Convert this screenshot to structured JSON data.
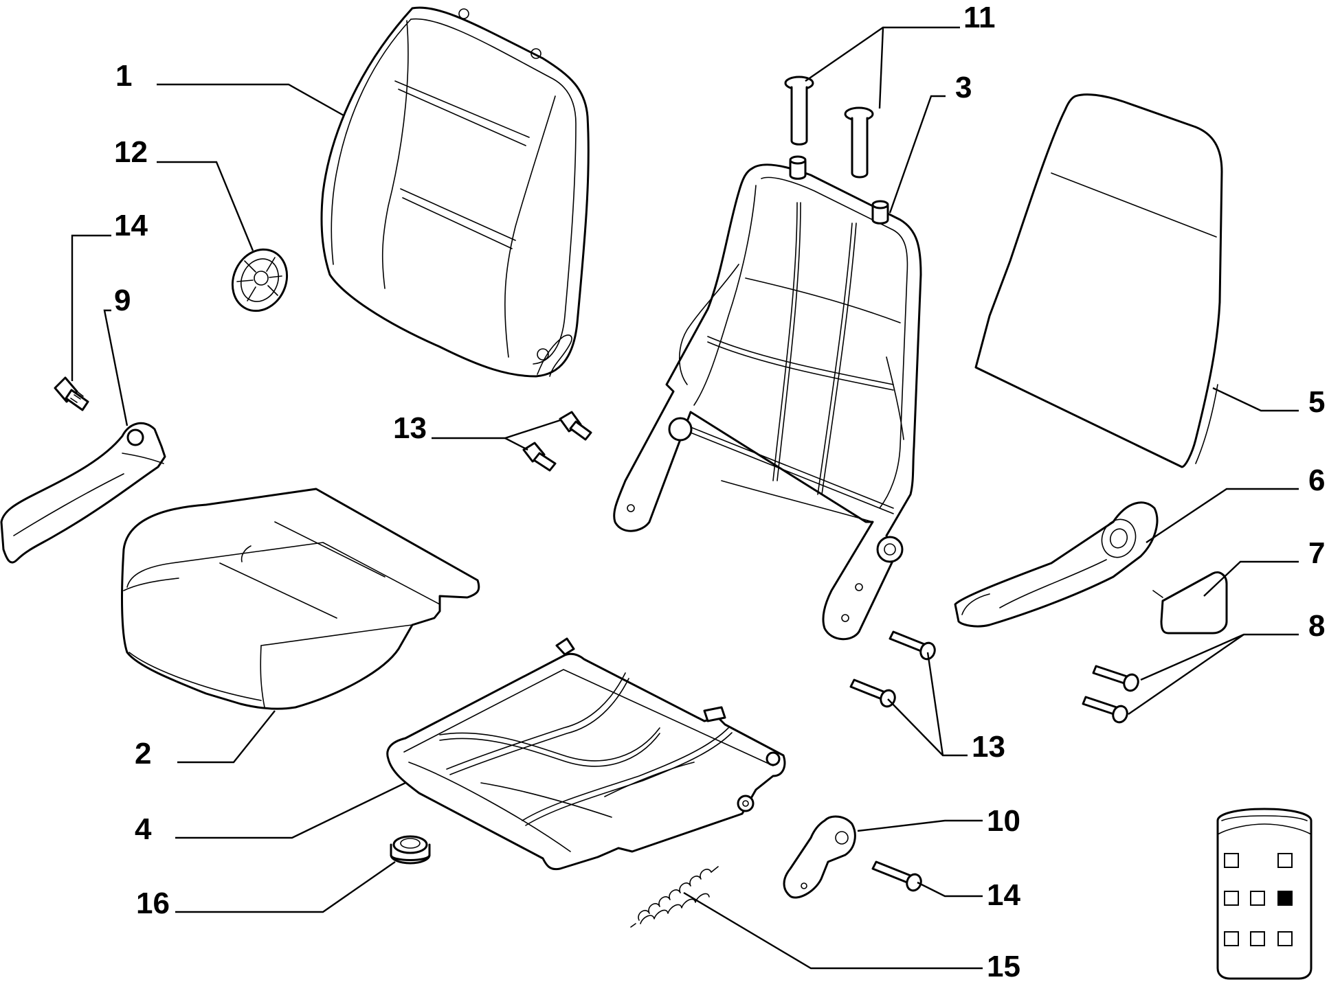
{
  "diagram": {
    "callouts": [
      {
        "id": "1",
        "text": "1"
      },
      {
        "id": "2",
        "text": "2"
      },
      {
        "id": "3",
        "text": "3"
      },
      {
        "id": "4",
        "text": "4"
      },
      {
        "id": "5",
        "text": "5"
      },
      {
        "id": "6",
        "text": "6"
      },
      {
        "id": "7",
        "text": "7"
      },
      {
        "id": "8",
        "text": "8"
      },
      {
        "id": "9",
        "text": "9"
      },
      {
        "id": "10",
        "text": "10"
      },
      {
        "id": "11",
        "text": "11"
      },
      {
        "id": "12",
        "text": "12"
      },
      {
        "id": "13a",
        "text": "13"
      },
      {
        "id": "13b",
        "text": "13"
      },
      {
        "id": "14a",
        "text": "14"
      },
      {
        "id": "14b",
        "text": "14"
      },
      {
        "id": "15",
        "text": "15"
      },
      {
        "id": "16",
        "text": "16"
      }
    ],
    "parts": [
      {
        "ref": "1",
        "icon": "backrest-cushion-icon"
      },
      {
        "ref": "2",
        "icon": "seat-cushion-icon"
      },
      {
        "ref": "3",
        "icon": "backrest-frame-icon"
      },
      {
        "ref": "4",
        "icon": "seat-frame-icon"
      },
      {
        "ref": "5",
        "icon": "backrest-cover-panel-icon"
      },
      {
        "ref": "6",
        "icon": "side-trim-cover-icon"
      },
      {
        "ref": "7",
        "icon": "cap-plug-icon"
      },
      {
        "ref": "8",
        "icon": "screw-pair-icon"
      },
      {
        "ref": "9",
        "icon": "left-side-trim-icon"
      },
      {
        "ref": "10",
        "icon": "bracket-icon"
      },
      {
        "ref": "11",
        "icon": "headrest-guide-pin-icon"
      },
      {
        "ref": "12",
        "icon": "recliner-knob-icon"
      },
      {
        "ref": "13",
        "icon": "bolt-icon"
      },
      {
        "ref": "14",
        "icon": "screw-icon"
      },
      {
        "ref": "15",
        "icon": "coil-spring-icon"
      },
      {
        "ref": "16",
        "icon": "grommet-icon"
      }
    ],
    "variant_indicator": {
      "icon": "seat-variant-selector-icon",
      "cells": [
        {
          "filled": false
        },
        {
          "filled": false
        },
        {
          "filled": false
        },
        {
          "filled": false
        },
        {
          "filled": true
        },
        {
          "filled": false
        },
        {
          "filled": false
        },
        {
          "filled": false
        }
      ]
    }
  }
}
